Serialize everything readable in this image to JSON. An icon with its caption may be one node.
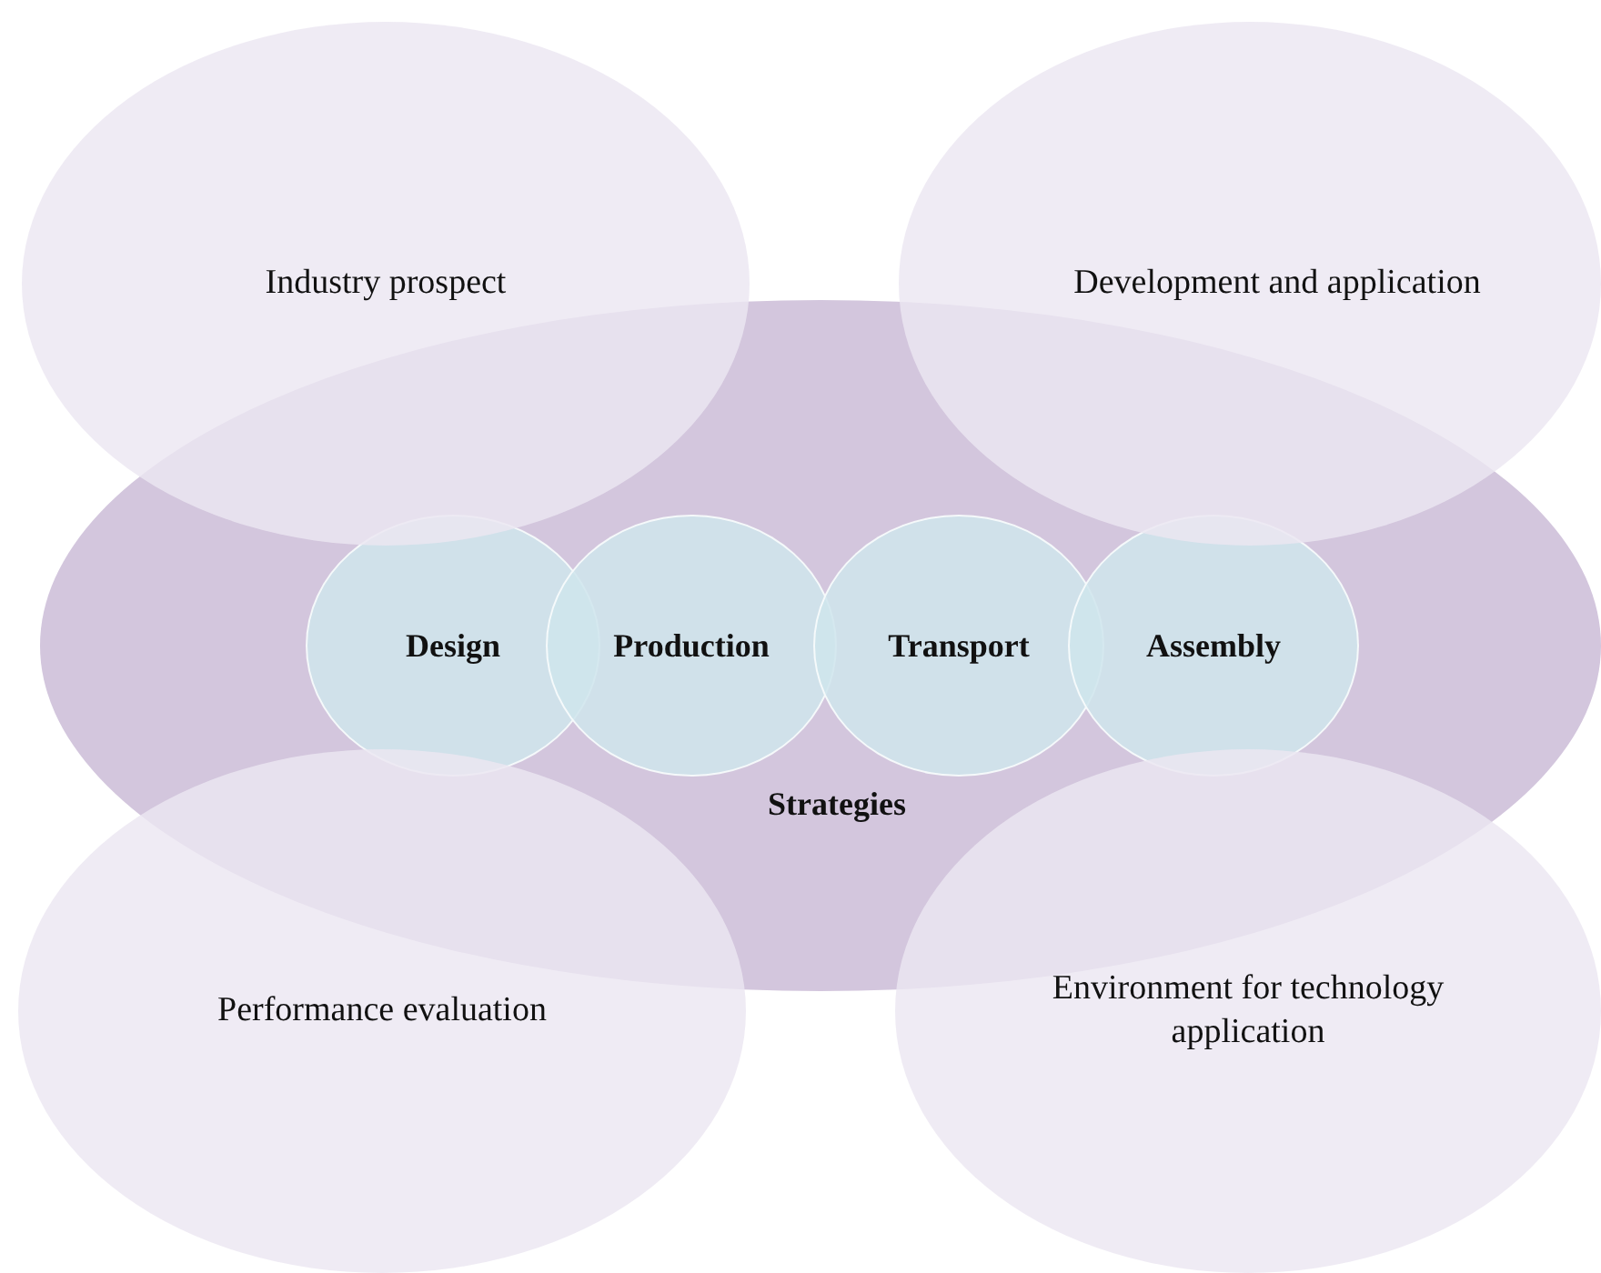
{
  "diagram": {
    "nodes": [
      {
        "text": [
          "Industry prospect"
        ]
      },
      {
        "text": [
          "Development and application"
        ]
      },
      {
        "text": [
          "Strategies"
        ]
      },
      {
        "text": [
          "Design"
        ],
        "in": 2
      },
      {
        "text": [
          "Production"
        ],
        "in": 2
      },
      {
        "text": [
          "Transport"
        ],
        "in": 2
      },
      {
        "text": [
          "Assembly"
        ],
        "in": 2
      },
      {
        "text": [
          "Performance evaluation"
        ]
      },
      {
        "text": [
          "Environment for technology application"
        ]
      }
    ]
  }
}
